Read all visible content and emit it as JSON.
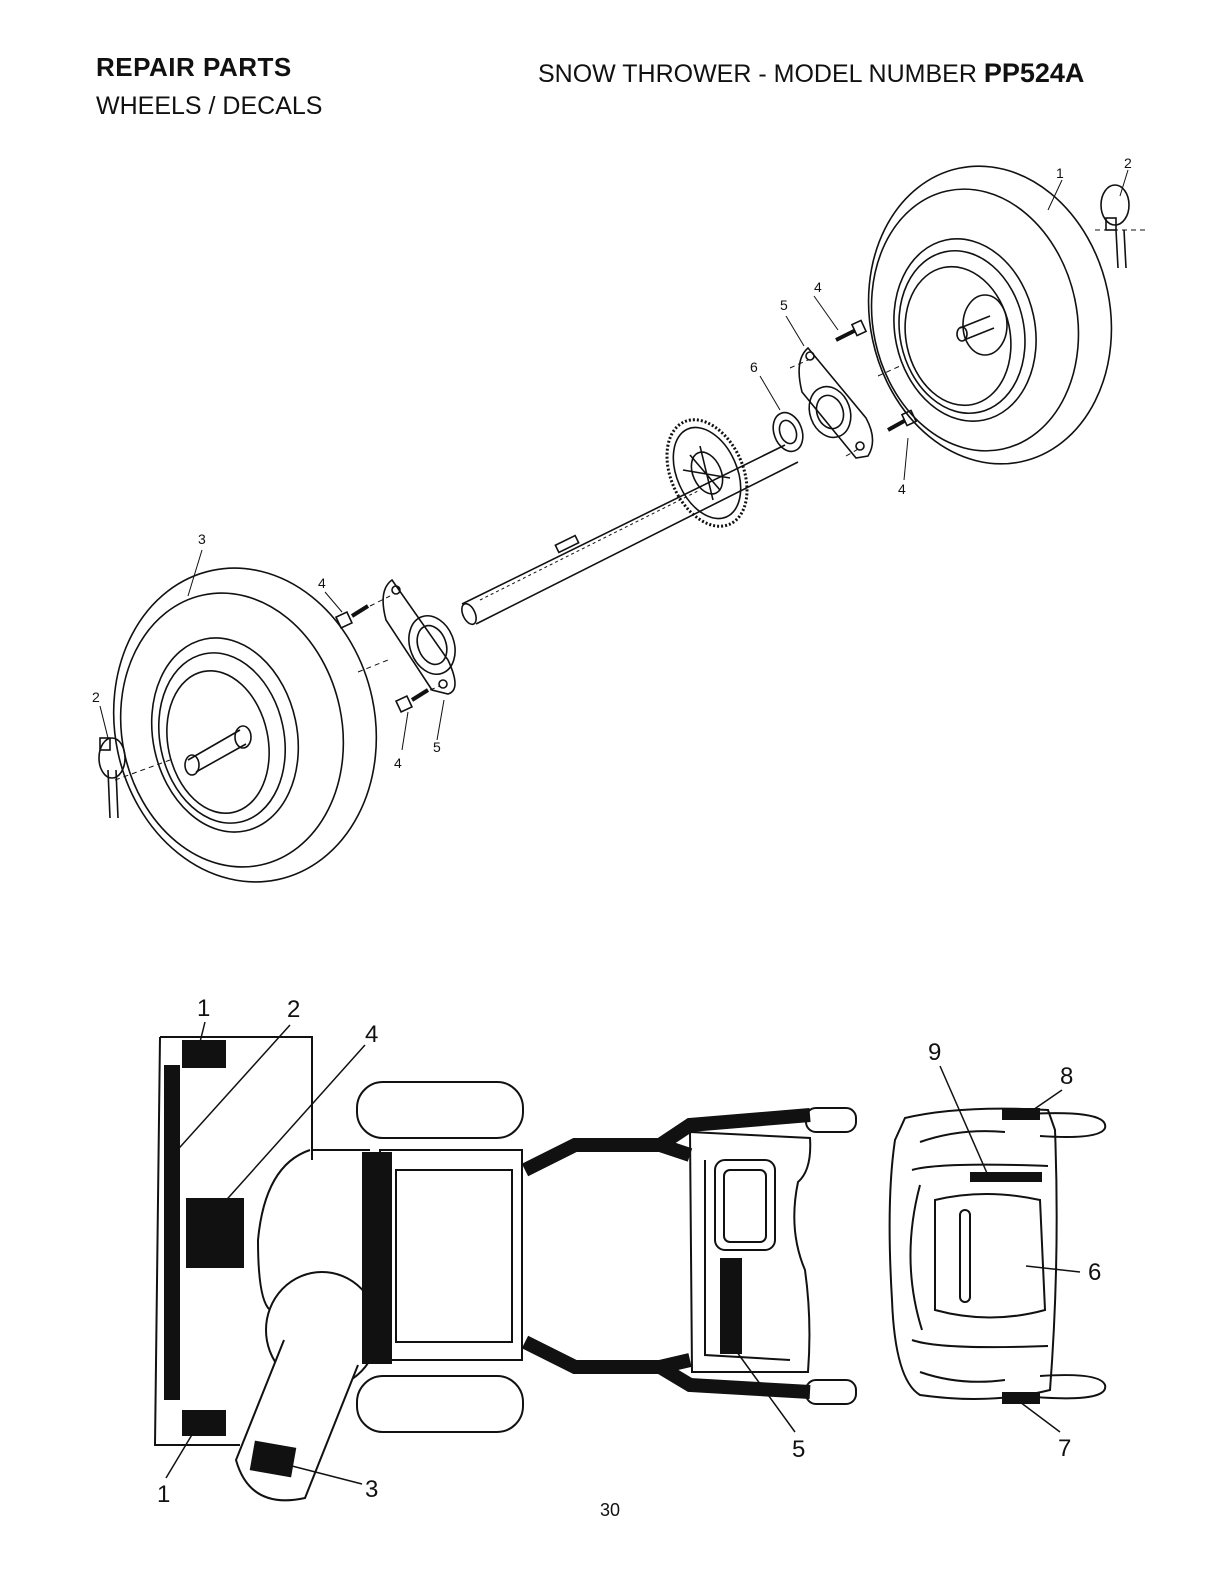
{
  "header": {
    "section": "REPAIR PARTS",
    "subsection": "WHEELS / DECALS",
    "product": "SNOW THROWER - MODEL NUMBER",
    "model_number": "PP524A"
  },
  "wheel_diagram": {
    "callouts": {
      "wheel_right": "1",
      "pin_right": "2",
      "wheel_left": "3",
      "bolt_upper_right": "4",
      "bolt_lower_right": "4",
      "bolt_upper_left": "4",
      "bolt_lower_left": "4",
      "bearing_plate_right": "5",
      "bearing_plate_left": "5",
      "washer": "6",
      "pin_left": "2"
    }
  },
  "decal_diagram": {
    "callouts": {
      "decal_1_top": "1",
      "decal_2": "2",
      "decal_4": "4",
      "decal_1_bottom": "1",
      "decal_3": "3",
      "decal_5": "5",
      "decal_9": "9",
      "decal_8": "8",
      "decal_6": "6",
      "decal_7": "7"
    }
  },
  "footer": {
    "page_number": "30"
  }
}
